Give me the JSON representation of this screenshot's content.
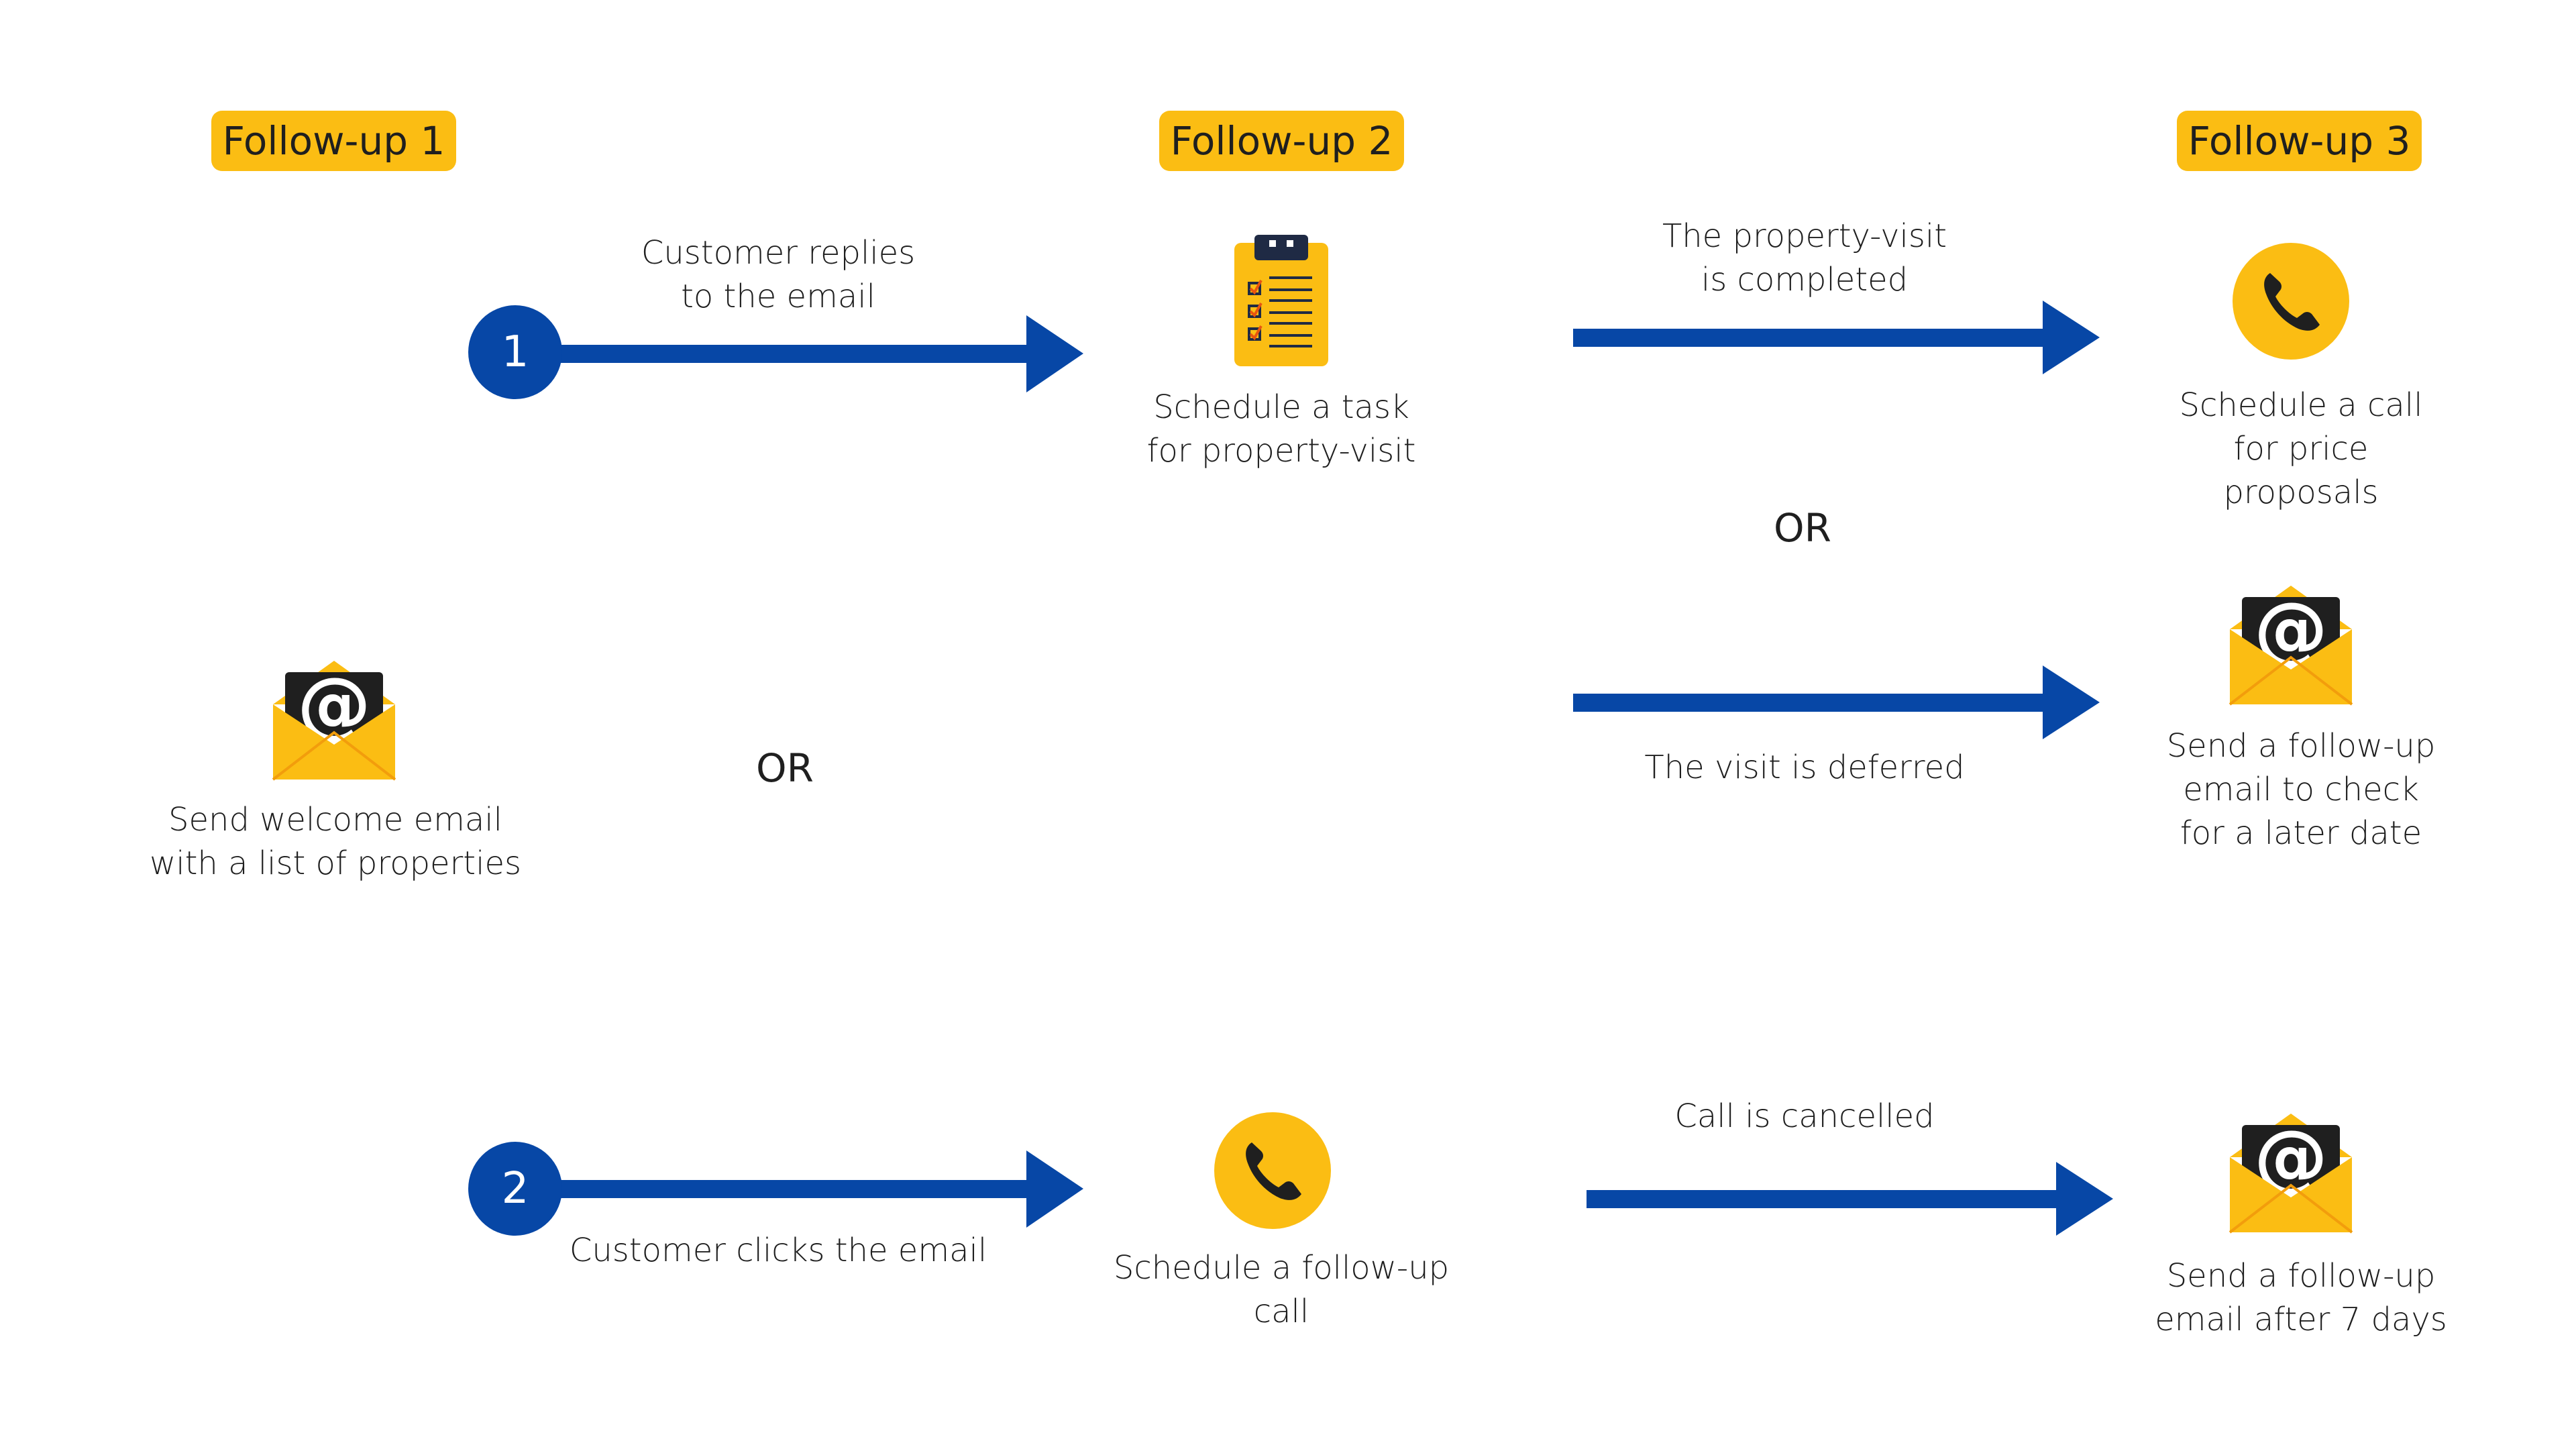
{
  "colors": {
    "arrow": "#0747a6",
    "accent": "#fbbd13",
    "badge_text": "#1f1f1f",
    "icon_dark": "#1f1f1f"
  },
  "stages": [
    {
      "label": "Follow-up 1"
    },
    {
      "label": "Follow-up 2"
    },
    {
      "label": "Follow-up 3"
    }
  ],
  "start": {
    "icon": "email-envelope-icon",
    "label": "Send welcome email\nwith a list of properties"
  },
  "or_labels": [
    "OR",
    "OR"
  ],
  "path1": {
    "number": "1",
    "trigger": "Customer replies\nto the email",
    "action": {
      "icon": "clipboard-checklist-icon",
      "label": "Schedule a task\nfor property-visit"
    },
    "branch_a": {
      "trigger": "The property-visit\nis completed",
      "icon": "phone-icon",
      "label": "Schedule a call\nfor price\nproposals"
    },
    "branch_b": {
      "trigger": "The visit is deferred",
      "icon": "email-envelope-icon",
      "label": "Send a follow-up\nemail to check\nfor a later date"
    }
  },
  "path2": {
    "number": "2",
    "trigger": "Customer clicks the email",
    "action": {
      "icon": "phone-icon",
      "label": "Schedule a follow-up\ncall"
    },
    "branch": {
      "trigger": "Call is cancelled",
      "icon": "email-envelope-icon",
      "label": "Send a follow-up\nemail after 7 days"
    }
  }
}
